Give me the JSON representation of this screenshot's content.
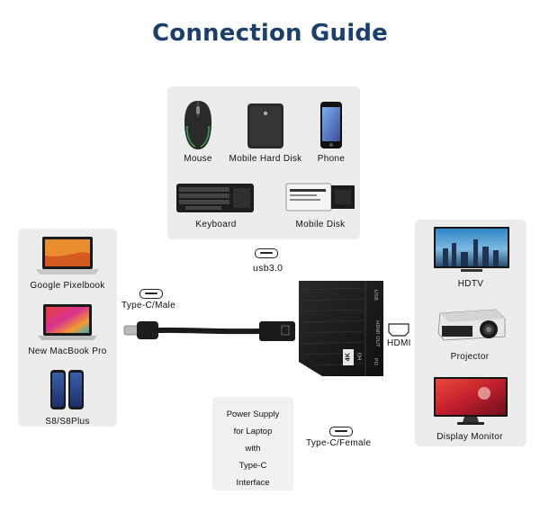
{
  "title": "Connection Guide",
  "top_devices": [
    {
      "label": "Mouse",
      "icon": "mouse-icon"
    },
    {
      "label": "Mobile Hard Disk",
      "icon": "hard-disk-icon"
    },
    {
      "label": "Phone",
      "icon": "phone-icon"
    },
    {
      "label": "Keyboard",
      "icon": "keyboard-icon"
    },
    {
      "label": "Mobile Disk",
      "icon": "usb-flash-drive-icon"
    }
  ],
  "left_devices": [
    {
      "label": "Google Pixelbook",
      "icon": "laptop-icon"
    },
    {
      "label": "New MacBook Pro",
      "icon": "macbook-icon"
    },
    {
      "label": "S8/S8Plus",
      "icon": "smartphone-icon"
    }
  ],
  "right_devices": [
    {
      "label": "HDTV",
      "icon": "hdtv-icon"
    },
    {
      "label": "Projector",
      "icon": "projector-icon"
    },
    {
      "label": "Display Monitor",
      "icon": "monitor-icon"
    }
  ],
  "ports": {
    "usb": "usb3.0",
    "type_c_male": "Type-C/Male",
    "hdmi": "HDMI",
    "type_c_female": "Type-C/Female"
  },
  "power_supply": [
    "Power Supply",
    "for Laptop",
    "with",
    "Type-C",
    "Interface"
  ],
  "adapter": {
    "badge": "4K",
    "badge_sub": "HD",
    "side_top": "USB",
    "side_mid": "HDMI OUT",
    "side_bottom": "PD"
  },
  "colors": {
    "title": "#1c3f6e",
    "panel": "#ececec",
    "device_dark": "#1b1b1b"
  }
}
